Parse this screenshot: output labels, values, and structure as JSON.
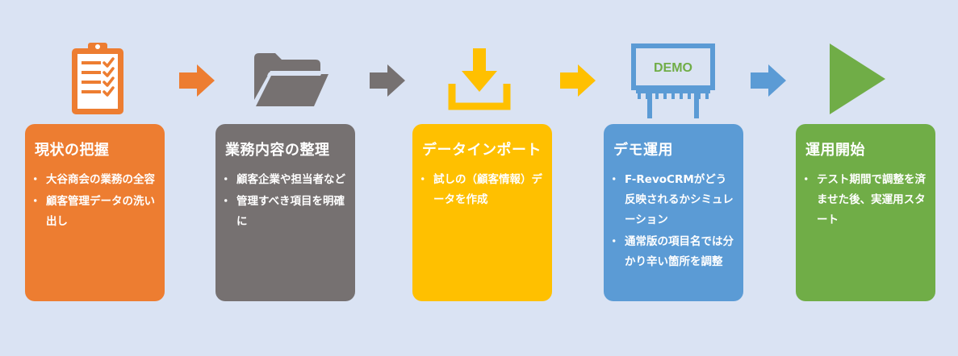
{
  "colors": {
    "background": "#dae3f3",
    "orange": "#ed7d31",
    "gray": "#767171",
    "yellow": "#ffc000",
    "blue": "#5b9bd5",
    "green": "#70ad47"
  },
  "steps": [
    {
      "title": "現状の把握",
      "icon": "clipboard-checklist-icon",
      "color": "#ed7d31",
      "bullets": [
        "大谷商会の業務の全容",
        "顧客管理データの洗い出し"
      ]
    },
    {
      "title": "業務内容の整理",
      "icon": "folder-icon",
      "color": "#767171",
      "bullets": [
        "顧客企業や担当者など",
        "管理すべき項目を明確に"
      ]
    },
    {
      "title": "データインポート",
      "icon": "download-icon",
      "color": "#ffc000",
      "bullets": [
        "試しの（顧客情報）データを作成"
      ]
    },
    {
      "title": "デモ運用",
      "icon": "demo-billboard-icon",
      "icon_text": "DEMO",
      "color": "#5b9bd5",
      "bullets": [
        "F-RevoCRMがどう反映されるかシミュレーション",
        "通常版の項目名では分かり辛い箇所を調整"
      ]
    },
    {
      "title": "運用開始",
      "icon": "play-icon",
      "color": "#70ad47",
      "bullets": [
        "テスト期間で調整を済ませた後、実運用スタート"
      ]
    }
  ]
}
